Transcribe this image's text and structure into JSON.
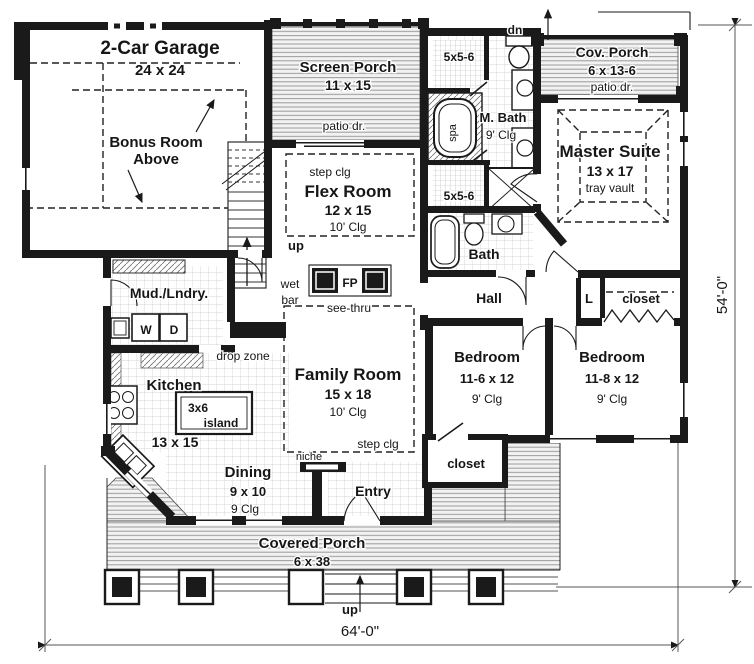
{
  "rooms": {
    "garage": {
      "name": "2-Car Garage",
      "dims": "24 x 24"
    },
    "bonus": {
      "line1": "Bonus Room",
      "line2": "Above"
    },
    "screen_porch": {
      "name": "Screen Porch",
      "dims": "11 x 15",
      "door": "patio dr."
    },
    "cov_porch": {
      "name": "Cov. Porch",
      "dims": "6 x 13-6",
      "door": "patio dr.",
      "stairs": "dn"
    },
    "master_suite": {
      "name": "Master Suite",
      "dims": "13 x 17",
      "ceiling": "tray vault"
    },
    "master_bath": {
      "name": "M. Bath",
      "ceiling": "9' Clg",
      "tub": "spa"
    },
    "master_closet_upper": {
      "dims": "5x5-6"
    },
    "master_closet_lower": {
      "dims": "5x5-6"
    },
    "flex": {
      "name": "Flex Room",
      "dims": "12 x 15",
      "ceiling": "10' Clg",
      "step": "step clg"
    },
    "bath": {
      "name": "Bath"
    },
    "hall": {
      "name": "Hall"
    },
    "linen": {
      "label": "L"
    },
    "master_wardrobe": {
      "label": "closet"
    },
    "mud_laundry": {
      "name": "Mud./Lndry.",
      "washer": "W",
      "dryer": "D",
      "drop_zone": "drop zone"
    },
    "wet_bar": {
      "line1": "wet",
      "line2": "bar"
    },
    "fireplace": {
      "label": "FP",
      "note": "see-thru"
    },
    "stairs": {
      "up": "up"
    },
    "kitchen": {
      "name": "Kitchen",
      "dims": "13 x 15",
      "island_size": "3x6",
      "island_label": "island"
    },
    "family": {
      "name": "Family Room",
      "dims": "15 x 18",
      "ceiling": "10' Clg",
      "step": "step clg"
    },
    "niche": {
      "label": "niche"
    },
    "bedroom_left": {
      "name": "Bedroom",
      "dims": "11-6 x 12",
      "ceiling": "9' Clg"
    },
    "bedroom_right": {
      "name": "Bedroom",
      "dims": "11-8 x 12",
      "ceiling": "9' Clg"
    },
    "bedroom_closet": {
      "label": "closet"
    },
    "dining": {
      "name": "Dining",
      "dims": "9 x 10",
      "ceiling": "9 Clg"
    },
    "entry": {
      "name": "Entry"
    },
    "covered_porch": {
      "name": "Covered Porch",
      "dims": "6 x 38",
      "steps": "up"
    }
  },
  "dimensions": {
    "width": "64'-0\"",
    "height": "54'-0\""
  },
  "colors": {
    "ink": "#1a1a1a",
    "paper": "#ffffff",
    "hatch": "#8a8a8a",
    "tile": "#c9c9c9"
  }
}
